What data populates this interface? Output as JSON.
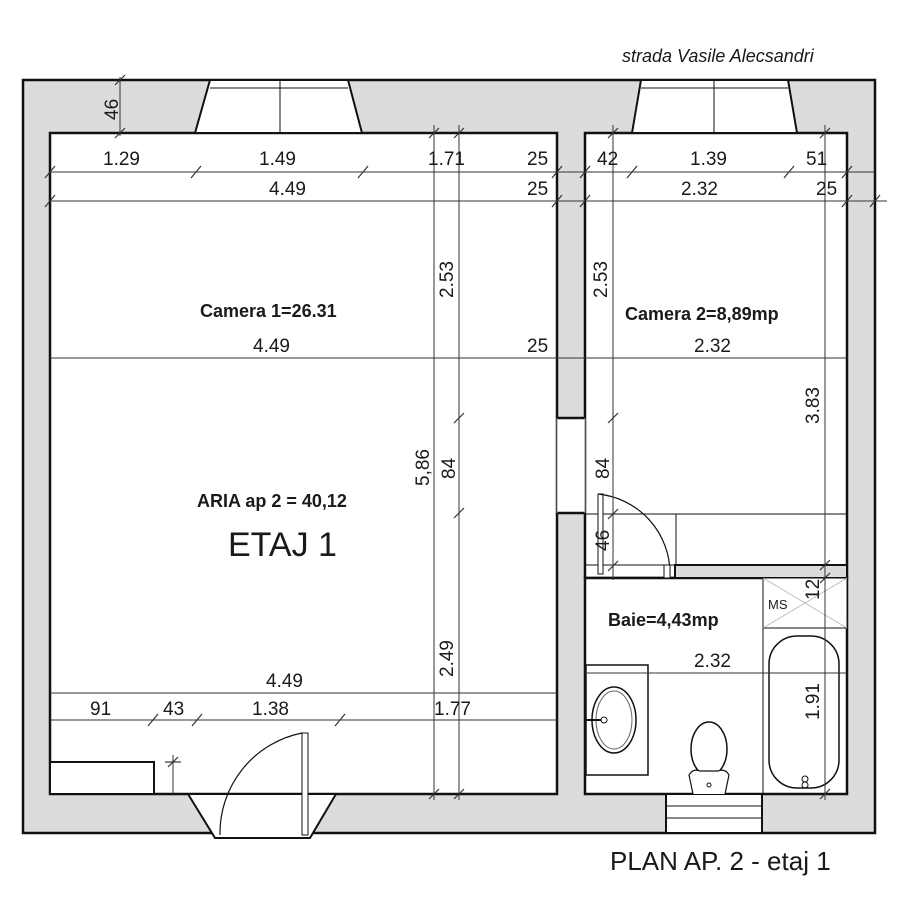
{
  "street_label": "strada Vasile Alecsandri",
  "plan_title": "PLAN AP. 2 - etaj 1",
  "floor_label": "ETAJ 1",
  "total_area_label": "ARIA ap 2 = 40,12",
  "colors": {
    "wall_fill": "#dcdcdc",
    "line": "#111111",
    "background": "#ffffff"
  },
  "rooms": {
    "camera1": "Camera 1=26.31",
    "camera2": "Camera 2=8,89mp",
    "baie": "Baie=4,43mp",
    "ms": "MS"
  },
  "dims": {
    "wall_46": "46",
    "top_1_29": "1.29",
    "top_1_49": "1.49",
    "top_1_71": "1.71",
    "top_25a": "25",
    "top_4_49": "4.49",
    "top_25b": "25",
    "top_42": "42",
    "top_1_39": "1.39",
    "top_51": "51",
    "top_2_32": "2.32",
    "top_25c": "25",
    "c1_2_53": "2.53",
    "c2_2_53": "2.53",
    "mid_4_49": "4.49",
    "mid_25": "25",
    "mid_2_32": "2.32",
    "c2_3_83": "3.83",
    "c1_5_86": "5,86",
    "c1_84": "84",
    "c2_84": "84",
    "c2_46": "46",
    "c1_2_49": "2.49",
    "ms_12": "12",
    "baie_2_32": "2.32",
    "baie_1_91": "1.91",
    "bot_4_49": "4.49",
    "bot_91": "91",
    "bot_43": "43",
    "bot_1_38": "1.38",
    "bot_1_77": "1.77"
  }
}
